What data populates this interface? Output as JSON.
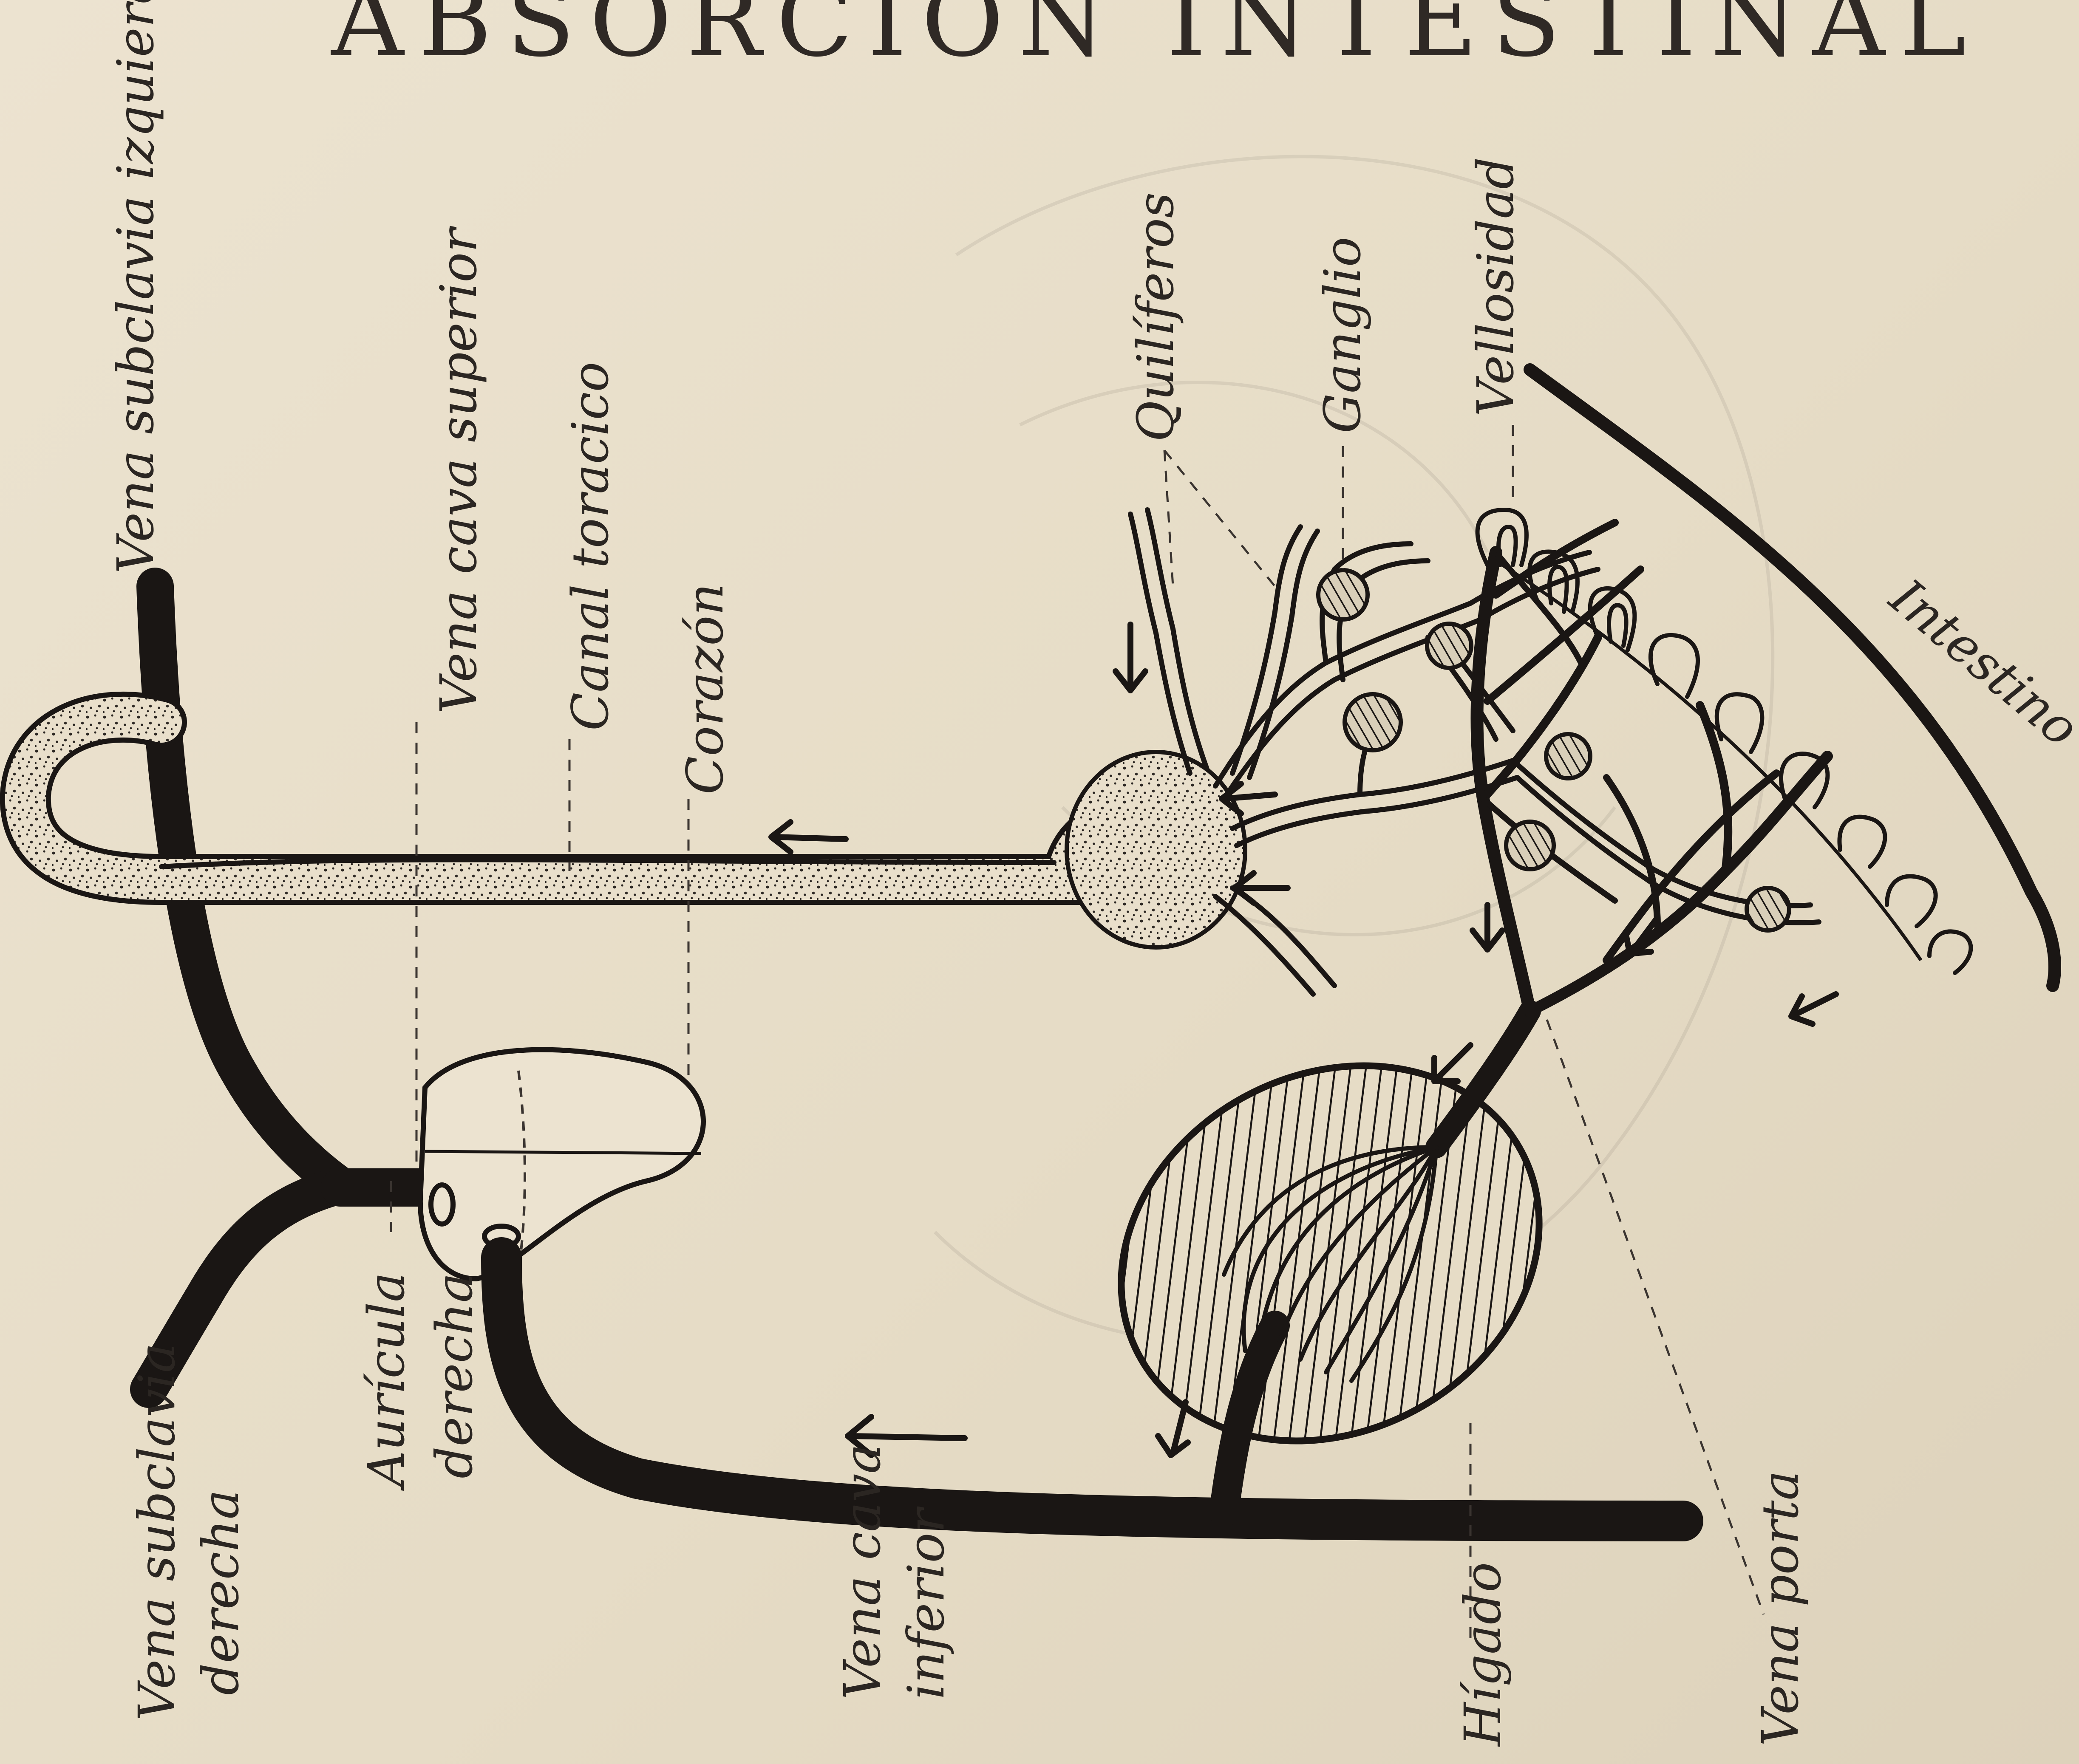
{
  "title": "ABSORCION INTESTINAL",
  "labels": {
    "vena_subclavia_izquierda": "Vena subclavia izquierda",
    "vena_cava_superior": "Vena cava superior",
    "canal_toracico": "Canal toracico",
    "corazon": "Corazón",
    "quiliferos": "Quilíferos",
    "ganglio": "Ganglio",
    "vellosidad": "Vellosidad",
    "intestino": "Intestino",
    "vena_subclavia_derecha_1": "Vena subclavia",
    "vena_subclavia_derecha_2": "derecha",
    "auricula_derecha_1": "Aurícula",
    "auricula_derecha_2": "derecha",
    "vena_cava_inferior_1": "Vena cava",
    "vena_cava_inferior_2": "inferior",
    "higado": "Hígado",
    "vena_porta": "Vena porta"
  },
  "colors": {
    "paper": "#e9dfcb",
    "ink": "#1a1614",
    "pencil": "#3a3430",
    "stipple": "#cfc4ae"
  }
}
